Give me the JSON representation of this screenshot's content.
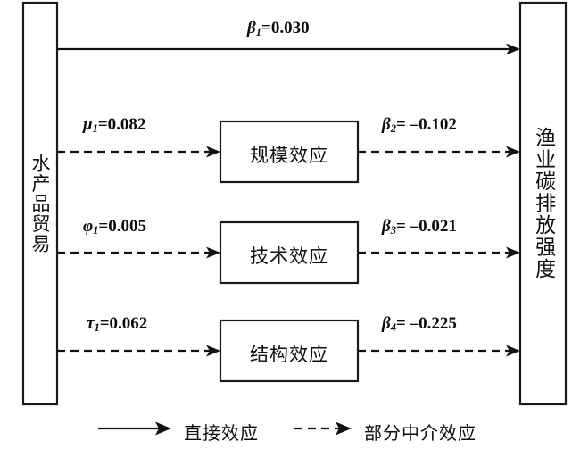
{
  "diagram": {
    "type": "path-mediation-model",
    "source_node": {
      "id": "source",
      "label": "水产品贸易",
      "orientation": "vertical"
    },
    "outcome_node": {
      "id": "outcome",
      "label": "渔业碳排放强度",
      "orientation": "vertical"
    },
    "mediators": [
      {
        "id": "mediator-scale",
        "label": "规模效应"
      },
      {
        "id": "mediator-technology",
        "label": "技术效应"
      },
      {
        "id": "mediator-structure",
        "label": "结构效应"
      }
    ],
    "edges": {
      "direct": {
        "id": "edge-direct",
        "style": "solid",
        "coefficient_symbol": "β",
        "coefficient_subscript": "1",
        "coefficient_value": "0.030",
        "label": "β1=0.030"
      },
      "to_mediators": [
        {
          "id": "edge-source-scale",
          "style": "dashed",
          "coefficient_symbol": "μ",
          "coefficient_subscript": "1",
          "coefficient_value": "0.082",
          "label": "μ1=0.082"
        },
        {
          "id": "edge-source-technology",
          "style": "dashed",
          "coefficient_symbol": "φ",
          "coefficient_subscript": "1",
          "coefficient_value": "0.005",
          "label": "φ1=0.005"
        },
        {
          "id": "edge-source-structure",
          "style": "dashed",
          "coefficient_symbol": "τ",
          "coefficient_subscript": "1",
          "coefficient_value": "0.062",
          "label": "τ1=0.062"
        }
      ],
      "from_mediators": [
        {
          "id": "edge-scale-outcome",
          "style": "dashed",
          "coefficient_symbol": "β",
          "coefficient_subscript": "2",
          "coefficient_value": "–0.102",
          "label": "β2= –0.102"
        },
        {
          "id": "edge-technology-outcome",
          "style": "dashed",
          "coefficient_symbol": "β",
          "coefficient_subscript": "3",
          "coefficient_value": "–0.021",
          "label": "β3= –0.021"
        },
        {
          "id": "edge-structure-outcome",
          "style": "dashed",
          "coefficient_symbol": "β",
          "coefficient_subscript": "4",
          "coefficient_value": "–0.225",
          "label": "β4= –0.225"
        }
      ]
    },
    "legend": {
      "items": [
        {
          "id": "legend-direct",
          "style": "solid",
          "label": "直接效应"
        },
        {
          "id": "legend-mediation",
          "style": "dashed",
          "label": "部分中介效应"
        }
      ]
    },
    "colors": {
      "stroke": "#111111",
      "text": "#0d0d0d",
      "background": "#ffffff"
    }
  }
}
